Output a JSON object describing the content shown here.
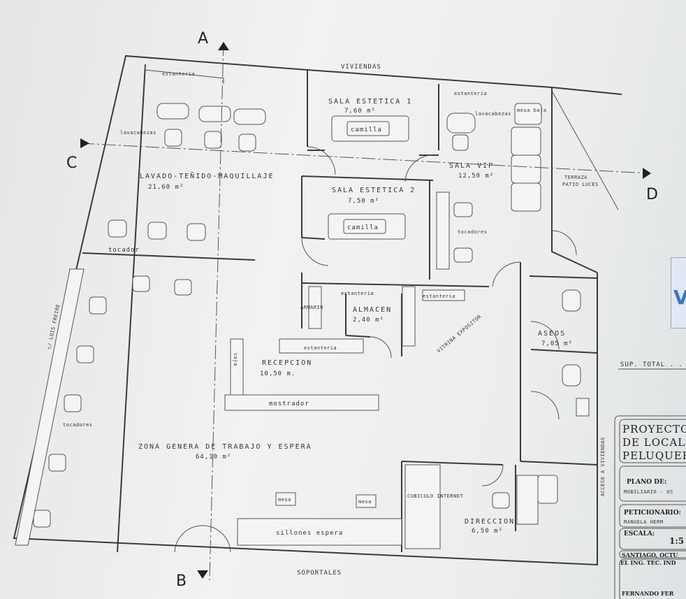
{
  "section_marks": {
    "a": "A",
    "b": "B",
    "c": "C",
    "d": "D"
  },
  "edges": {
    "top": "VIVIENDAS",
    "bottom": "SOPORTALES",
    "left": "c/ LUIS FREIRE",
    "right": "ACCESO A VIVIENDAS"
  },
  "rooms": [
    {
      "name": "LAVADO-TEÑIDO-MAQUILLAJE",
      "area": "21,60 m²"
    },
    {
      "name": "SALA ESTETICA 1",
      "area": "7,60 m²"
    },
    {
      "name": "SALA ESTETICA 2",
      "area": "7,50 m²"
    },
    {
      "name": "SALA VIP",
      "area": "12,50 m²"
    },
    {
      "name": "TERRAZA",
      "area": "PATIO LUCES"
    },
    {
      "name": "ALMACEN",
      "area": "2,40 m²"
    },
    {
      "name": "RECEPCION",
      "area": "10,50 m."
    },
    {
      "name": "ASEOS",
      "area": "7,05 m²"
    },
    {
      "name": "ZONA GENERA DE TRABAJO Y ESPERA",
      "area": "64,10 m²"
    },
    {
      "name": "DIRECCION",
      "area": "6,50 m²"
    }
  ],
  "furniture": {
    "estanteria": "estanteria",
    "lavacabezas": "lavacabezas",
    "camilla": "camilla",
    "mesa_baja": "mesa baja",
    "tocadores": "tocadores",
    "tocador": "tocador",
    "armario": "ARMARIO",
    "caja": "caja",
    "mostrador": "mostrador",
    "vitrina": "VITRINA EXPOSITOR",
    "mesa": "mesa",
    "cubiculo": "CUBICULO INTERNET",
    "sillones": "sillones espera"
  },
  "sup_total": "SUP. TOTAL . .",
  "title_block": {
    "project": [
      "PROYECTO",
      "DE LOCAL",
      "PELUQUERIA"
    ],
    "plano_label": "PLANO DE:",
    "plano_value": "MOBILIARIO - US",
    "peticionario_label": "PETICIONARIO:",
    "peticionario_value": "MANUELA HERM",
    "escala_label": "ESCALA:",
    "escala_value": "1:5",
    "place_date": "SANTIAGO, OCTU",
    "engineer_label": "EL ING. TEC. IND",
    "engineer_name": "FERNANDO FER"
  },
  "logo_letter": "V"
}
